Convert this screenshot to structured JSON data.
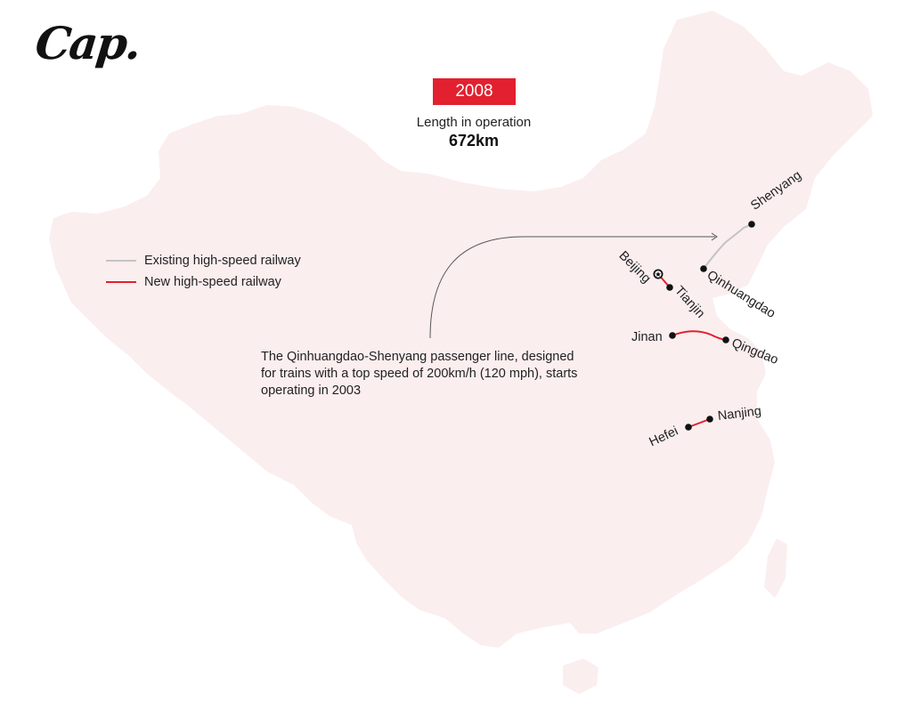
{
  "brand": {
    "logo_text": "Cap."
  },
  "header": {
    "year": "2008",
    "length_label": "Length in operation",
    "length_value": "672km"
  },
  "legend": {
    "items": [
      {
        "label": "Existing high-speed railway",
        "color": "#c4c4c4"
      },
      {
        "label": "New high-speed railway",
        "color": "#e2202f"
      }
    ]
  },
  "annotation": {
    "text": "The Qinhuangdao-Shenyang passenger line, designed for trains with a top speed of 200km/h (120 mph), starts operating in 2003"
  },
  "cities": {
    "shenyang": "Shenyang",
    "qinhuangdao": "Qinhuangdao",
    "beijing": "Beijing",
    "tianjin": "Tianjin",
    "jinan": "Jinan",
    "qingdao": "Qingdao",
    "nanjing": "Nanjing",
    "hefei": "Hefei"
  },
  "colors": {
    "land": "#fbeeef",
    "existing_line": "#c4c4c4",
    "new_line": "#e2202f",
    "accent": "#e2202f",
    "city_dot": "#111111"
  },
  "icons": {
    "capital": "capital-star-icon",
    "arrow": "arrow-right-icon"
  }
}
